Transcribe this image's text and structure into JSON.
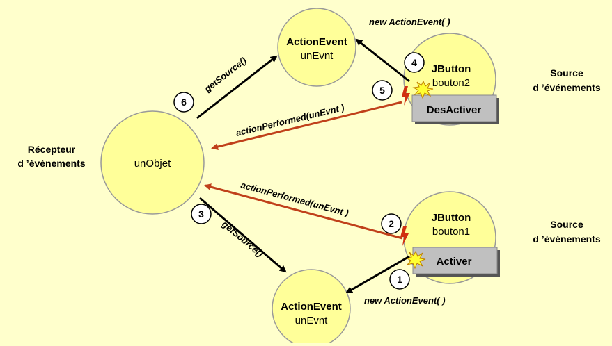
{
  "receiver": {
    "object_name": "unObjet",
    "label_line1": "Récepteur",
    "label_line2": "d ’événements"
  },
  "event_top": {
    "class_name": "ActionEvent",
    "instance_name": "unEvnt"
  },
  "event_bottom": {
    "class_name": "ActionEvent",
    "instance_name": "unEvnt"
  },
  "source_top": {
    "class_name": "JButton",
    "instance_name": "bouton2",
    "button_label": "DesActiver",
    "label_line1": "Source",
    "label_line2": "d ’événements"
  },
  "source_bottom": {
    "class_name": "JButton",
    "instance_name": "bouton1",
    "button_label": "Activer",
    "label_line1": "Source",
    "label_line2": "d ’événements"
  },
  "arrows": {
    "new_event_top": "new ActionEvent( )",
    "new_event_bottom": "new ActionEvent( )",
    "action_performed_top": "actionPerformed(unEvnt )",
    "action_performed_bottom": "actionPerformed(unEvnt )",
    "get_source_top": "getSource()",
    "get_source_bottom": "getSource()"
  },
  "steps": [
    "1",
    "2",
    "3",
    "4",
    "5",
    "6"
  ],
  "colors": {
    "background": "#ffffcc",
    "circle_fill": "#ffff99",
    "circle_stroke": "#999999",
    "button_fill": "#c0c0c0",
    "call_arrow": "#c0401a",
    "event_arrow": "#000000",
    "spark": "#ffff33",
    "bolt": "#d03010"
  }
}
